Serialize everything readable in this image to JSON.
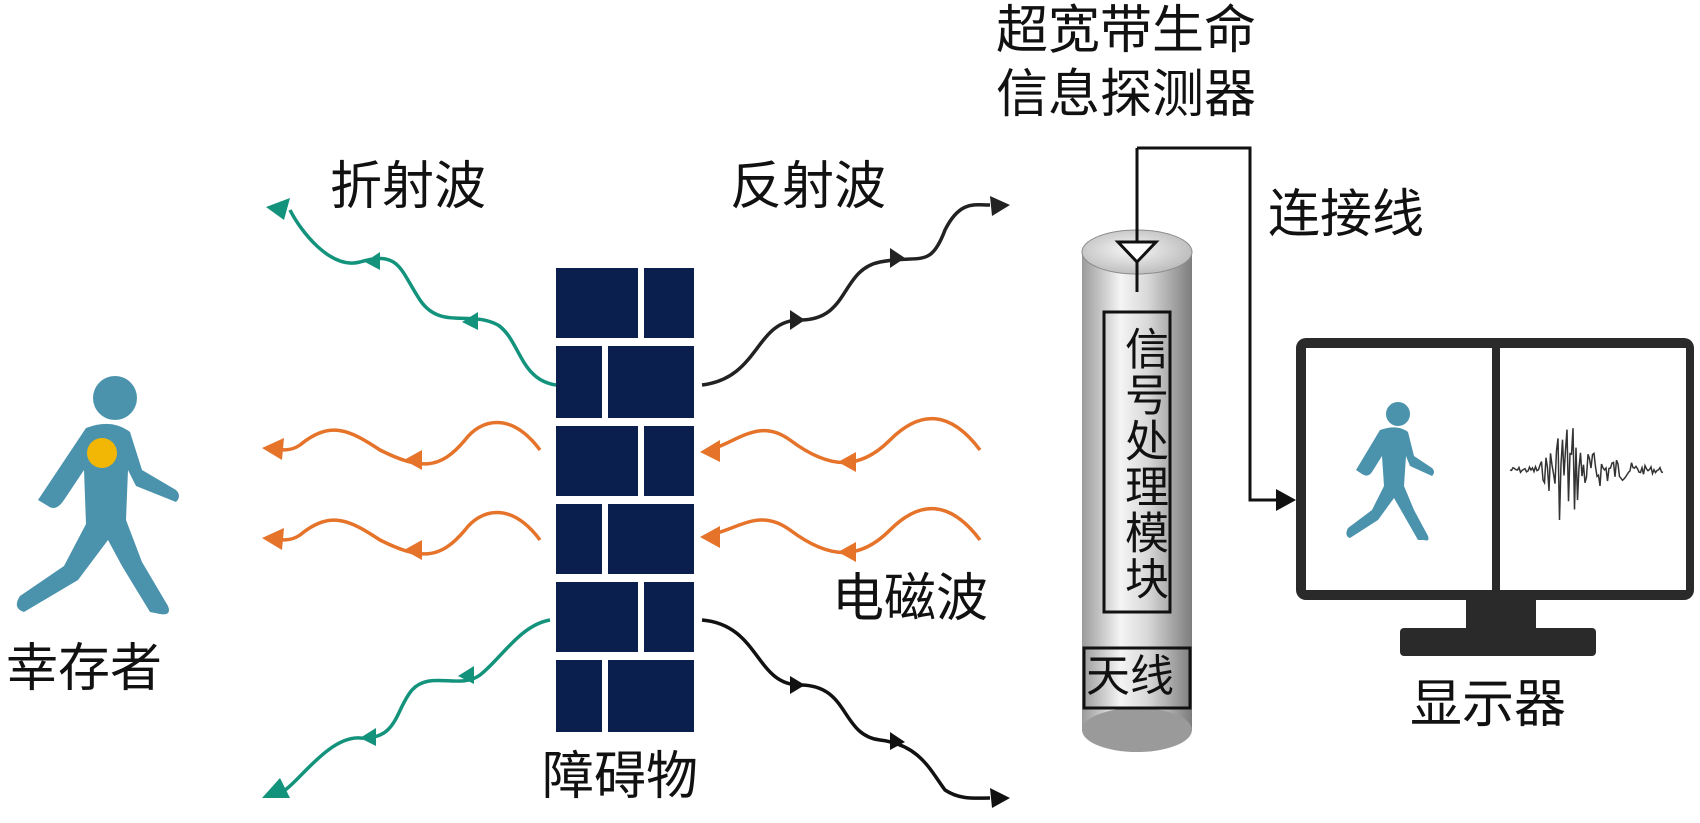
{
  "labels": {
    "survivor": "幸存者",
    "refracted_wave": "折射波",
    "reflected_wave": "反射波",
    "electromagnetic_wave": "电磁波",
    "obstacle": "障碍物",
    "detector_line1": "超宽带生命",
    "detector_line2": "信息探测器",
    "connection_line": "连接线",
    "signal_module": "信号处理模块",
    "antenna": "天线",
    "display": "显示器"
  },
  "colors": {
    "refracted": "#13927c",
    "reflected": "#222222",
    "em_wave": "#e5732a",
    "wall": "#0b1f4f",
    "person": "#4b93ad",
    "heart": "#f2b705",
    "monitor": "#2a2a2a",
    "cylinder_light": "#f2f2f2",
    "cylinder_dark": "#8a8a8a"
  }
}
